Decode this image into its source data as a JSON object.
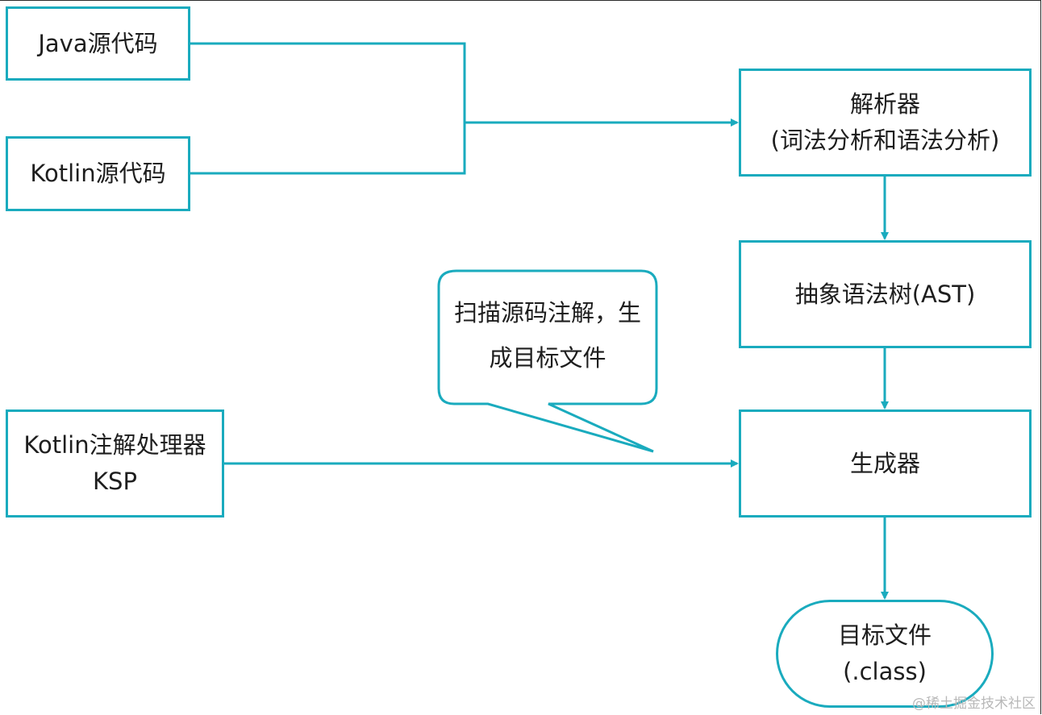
{
  "nodes": {
    "java_source": {
      "label": "Java源代码"
    },
    "kotlin_source": {
      "label": "Kotlin源代码"
    },
    "parser": {
      "line1": "解析器",
      "line2": "(词法分析和语法分析)"
    },
    "ast": {
      "label": "抽象语法树(AST)"
    },
    "ksp": {
      "line1": "Kotlin注解处理器",
      "line2": "KSP"
    },
    "generator": {
      "label": "生成器"
    },
    "target": {
      "line1": "目标文件",
      "line2": "(.class)"
    }
  },
  "callout": {
    "line1": "扫描源码注解，生",
    "line2": "成目标文件"
  },
  "watermark": "@稀土掘金技术社区",
  "colors": {
    "stroke": "#1aabbe",
    "text": "#1e1e1e"
  }
}
